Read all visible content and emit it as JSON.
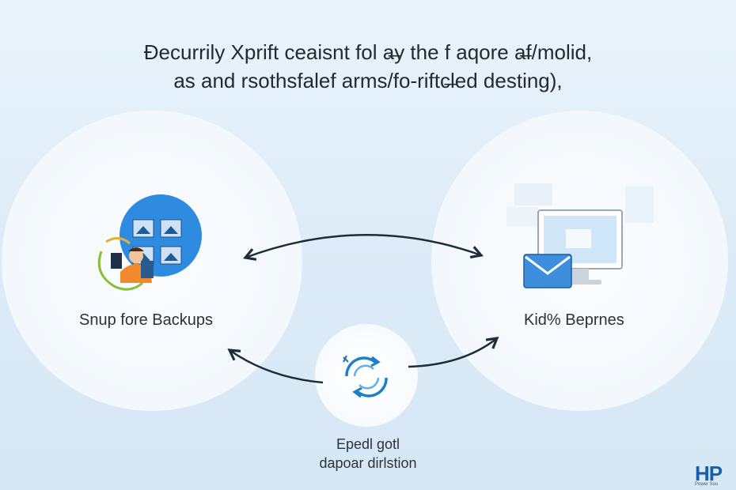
{
  "header": {
    "title_line_1": "Ðecurrily Xprift ceaisnt fol a̶y the f aqore a̶f/molid,",
    "title_line_2": "as and rsothsfalef arms/fo-riftc̶led desting),"
  },
  "nodes": {
    "left": {
      "label": "Snup fore Backups",
      "icon": "person-computer-icon"
    },
    "right": {
      "label": "Kid% Beprnes",
      "icon": "monitor-mail-icon"
    },
    "center": {
      "label_line_1": "Epedl gotl",
      "label_line_2": "dapoar dirlstion",
      "icon": "sync-icon"
    }
  },
  "logo": {
    "text": "HP",
    "subtext": "Power Sou"
  },
  "colors": {
    "accent": "#2f8be0",
    "arrow": "#1d2b3a",
    "sync": "#1e7fc9"
  }
}
